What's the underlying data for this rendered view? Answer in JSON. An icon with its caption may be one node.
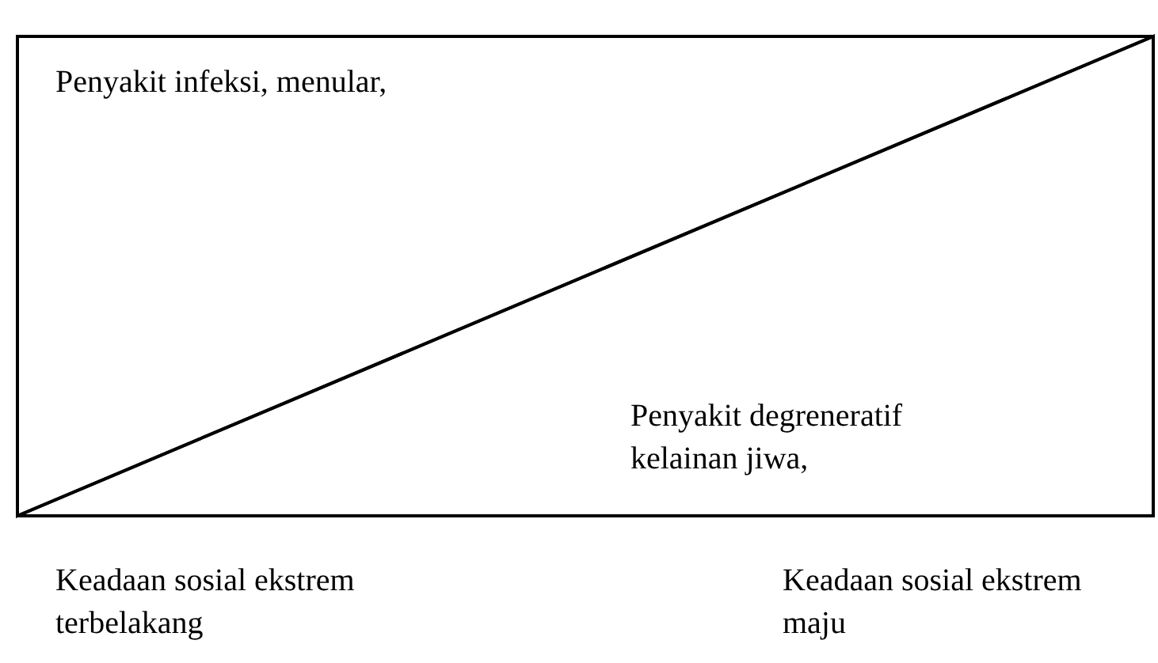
{
  "diagram": {
    "nodes": [
      {
        "text": [
          "Penyakit infeksi, menular,"
        ]
      },
      {
        "text": [
          "Penyakit degreneratif kelainan jiwa,"
        ]
      }
    ],
    "labels": [
      "Keadaan sosial ekstrem terbelakang",
      "Keadaan sosial ekstrem maju"
    ]
  }
}
